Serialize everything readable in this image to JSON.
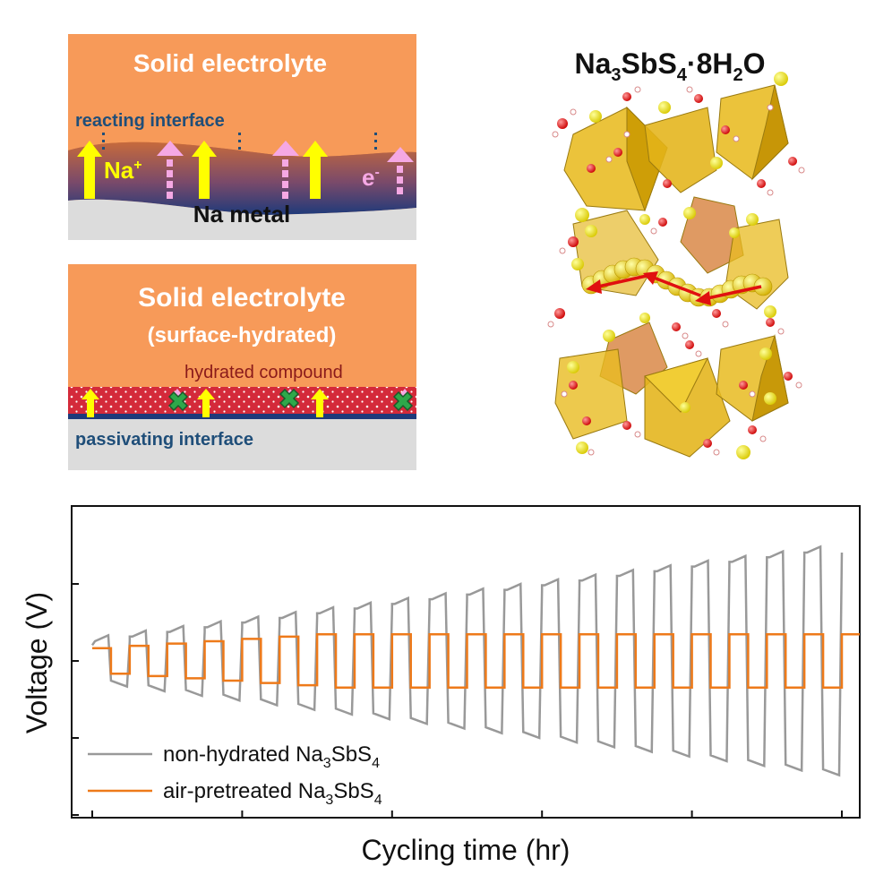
{
  "panel_top_left": {
    "electrolyte_label": "Solid electrolyte",
    "interface_label": "reacting interface",
    "na_ion": "Na",
    "na_ion_sup": "+",
    "electron": "e",
    "electron_sup": "-",
    "metal_label": "Na metal"
  },
  "panel_mid_left": {
    "electrolyte_label": "Solid electrolyte",
    "electrolyte_sub": "(surface-hydrated)",
    "compound_label": "hydrated compound",
    "interface_label": "passivating interface"
  },
  "crystal": {
    "formula_main": "Na",
    "formula_parts": [
      "Na",
      "3",
      "SbS",
      "4",
      "·8H",
      "2",
      "O"
    ]
  },
  "chart_data": {
    "type": "line",
    "xlabel": "Cycling time (hr)",
    "ylabel": "Voltage (V)",
    "x_ticks_count": 6,
    "y_ticks_count": 4,
    "cycles": 20,
    "series": [
      {
        "name": "non-hydrated Na3SbS4",
        "label_main": "non-hydrated Na",
        "label_sub1": "3",
        "label_mid": "SbS",
        "label_sub2": "4",
        "color": "#999999",
        "amplitude_start": 0.2,
        "amplitude_end": 1.1
      },
      {
        "name": "air-pretreated Na3SbS4",
        "label_main": "air-pretreated Na",
        "label_sub1": "3",
        "label_mid": "SbS",
        "label_sub2": "4",
        "color": "#ee7a1a",
        "amplitude_start": 0.13,
        "amplitude_end": 0.27
      }
    ]
  }
}
